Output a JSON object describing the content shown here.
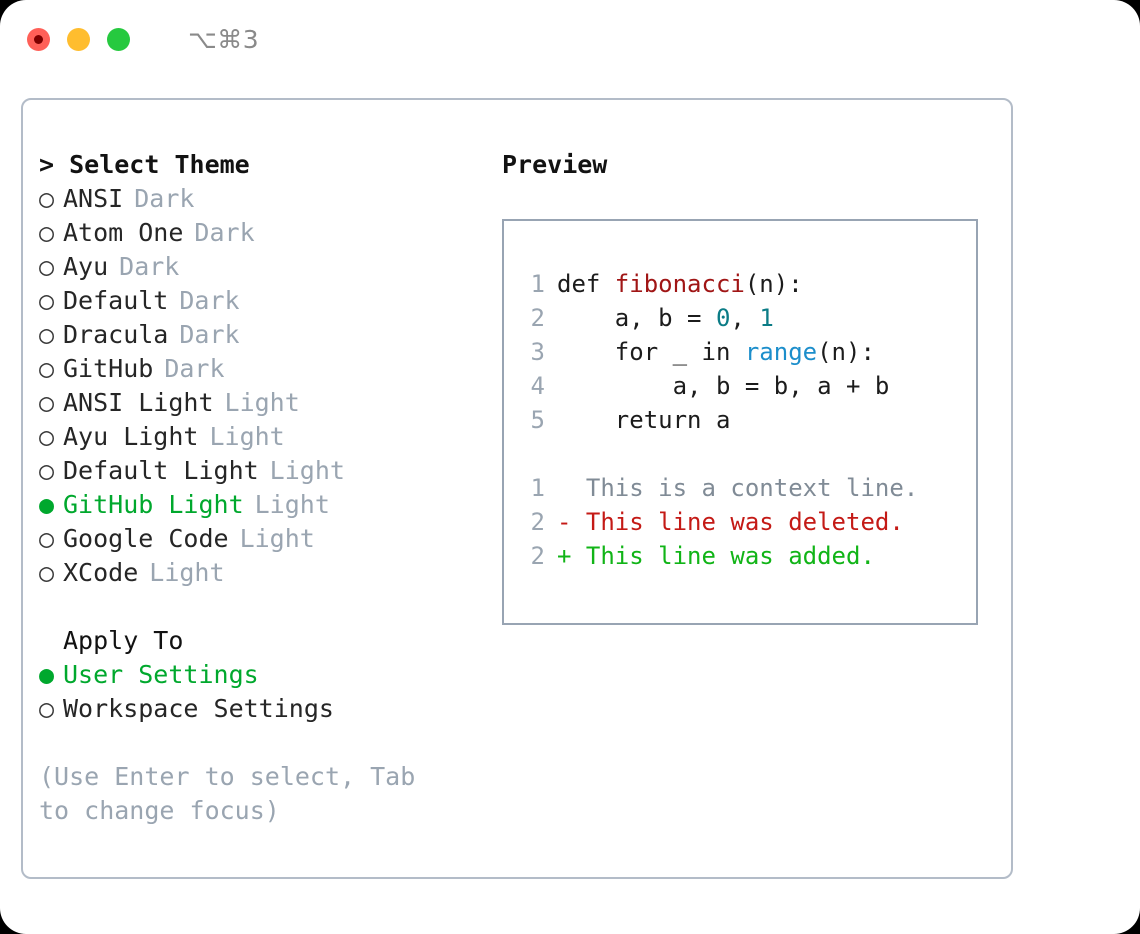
{
  "titlebar": {
    "shortcut": "⌥⌘3",
    "buttons": [
      {
        "name": "close",
        "color": "#ff6058"
      },
      {
        "name": "minimize",
        "color": "#ffbd2e"
      },
      {
        "name": "maximize",
        "color": "#26c93f"
      }
    ]
  },
  "theme_picker": {
    "header": "> Select Theme",
    "bullet_selected": "●",
    "bullet_unselected": "○",
    "items": [
      {
        "name": "ANSI",
        "variant": "Dark",
        "selected": false
      },
      {
        "name": "Atom One",
        "variant": "Dark",
        "selected": false
      },
      {
        "name": "Ayu",
        "variant": "Dark",
        "selected": false
      },
      {
        "name": "Default",
        "variant": "Dark",
        "selected": false
      },
      {
        "name": "Dracula",
        "variant": "Dark",
        "selected": false
      },
      {
        "name": "GitHub",
        "variant": "Dark",
        "selected": false
      },
      {
        "name": "ANSI Light",
        "variant": "Light",
        "selected": false
      },
      {
        "name": "Ayu Light",
        "variant": "Light",
        "selected": false
      },
      {
        "name": "Default Light",
        "variant": "Light",
        "selected": false
      },
      {
        "name": "GitHub Light",
        "variant": "Light",
        "selected": true
      },
      {
        "name": "Google Code",
        "variant": "Light",
        "selected": false
      },
      {
        "name": "XCode",
        "variant": "Light",
        "selected": false
      }
    ]
  },
  "apply_to": {
    "header": "Apply To",
    "items": [
      {
        "name": "User Settings",
        "selected": true
      },
      {
        "name": "Workspace Settings",
        "selected": false
      }
    ]
  },
  "hint": "(Use Enter to select, Tab to change focus)",
  "preview": {
    "header": "Preview",
    "code_lines": [
      {
        "no": "1",
        "tokens": [
          {
            "t": "def ",
            "c": "plain"
          },
          {
            "t": "fibonacci",
            "c": "fn"
          },
          {
            "t": "(n):",
            "c": "plain"
          }
        ]
      },
      {
        "no": "2",
        "tokens": [
          {
            "t": "    a, b = ",
            "c": "plain"
          },
          {
            "t": "0",
            "c": "num"
          },
          {
            "t": ", ",
            "c": "plain"
          },
          {
            "t": "1",
            "c": "num"
          }
        ]
      },
      {
        "no": "3",
        "tokens": [
          {
            "t": "    for _ in ",
            "c": "plain"
          },
          {
            "t": "range",
            "c": "builtin"
          },
          {
            "t": "(n):",
            "c": "plain"
          }
        ]
      },
      {
        "no": "4",
        "tokens": [
          {
            "t": "        a, b = b, a + b",
            "c": "plain"
          }
        ]
      },
      {
        "no": "5",
        "tokens": [
          {
            "t": "    return a",
            "c": "plain"
          }
        ]
      }
    ],
    "diff_lines": [
      {
        "no": "1",
        "marker": "  ",
        "text": "This is a context line.",
        "kind": "ctx"
      },
      {
        "no": "2",
        "marker": "- ",
        "text": "This line was deleted.",
        "kind": "del"
      },
      {
        "no": "2",
        "marker": "+ ",
        "text": "This line was added.",
        "kind": "add"
      }
    ]
  },
  "colors": {
    "accent_green": "#00a82d",
    "muted": "#9aa5b1",
    "border": "#b3bcc8",
    "preview_border": "#98a4b3",
    "fn_red": "#a01515",
    "number_teal": "#0b7c86",
    "builtin_blue": "#1c8ecb",
    "diff_add_green": "#11b417",
    "diff_del_red": "#c41a16"
  }
}
